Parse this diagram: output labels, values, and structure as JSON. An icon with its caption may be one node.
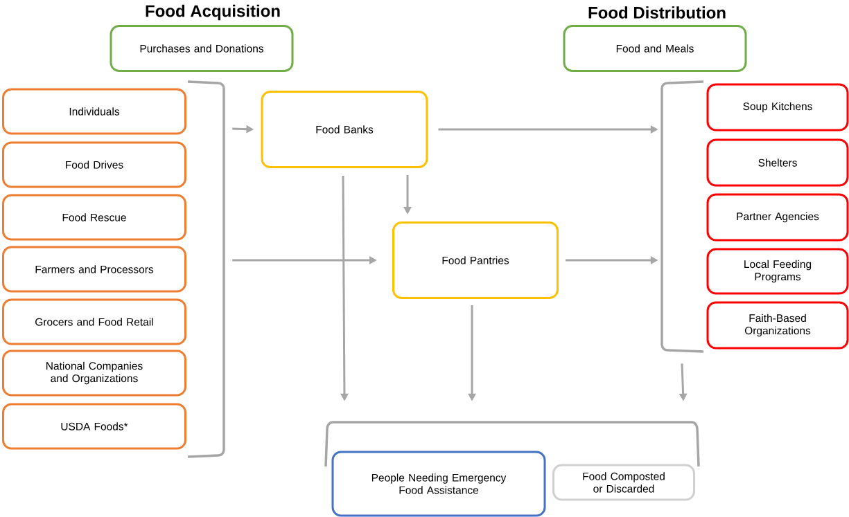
{
  "diagram": {
    "nodes": [
      {
        "text": [
          "Purchases and Donations"
        ]
      },
      {
        "text": [
          "Food and Meals"
        ]
      },
      {
        "text": [],
        "shape": "bracket"
      },
      {
        "text": [
          "Individuals"
        ]
      },
      {
        "text": [
          "Food Drives"
        ]
      },
      {
        "text": [
          "Food Rescue"
        ]
      },
      {
        "text": [
          "Farmers and Processors"
        ]
      },
      {
        "text": [
          "Grocers and Food Retail"
        ]
      },
      {
        "text": [
          "National Companies and Organizations"
        ]
      },
      {
        "text": [
          "USDA Foods*"
        ]
      },
      {
        "text": [
          "Food Banks"
        ]
      },
      {
        "text": [
          "Food Pantries"
        ]
      },
      {
        "text": [],
        "shape": "bracket"
      },
      {
        "text": [
          "Soup Kitchens"
        ]
      },
      {
        "text": [
          "Shelters"
        ]
      },
      {
        "text": [
          "Partner Agencies"
        ]
      },
      {
        "text": [
          "Local Feeding Programs"
        ]
      },
      {
        "text": [
          "Faith-Based Organizations"
        ]
      },
      {
        "text": [],
        "shape": "bracket"
      },
      {
        "text": [
          "People Needing Emergency Food Assistance"
        ]
      },
      {
        "text": [
          "Food Composted or Discarded"
        ]
      }
    ],
    "edges": [
      {
        "from": 2,
        "to": 10,
        "arrow": "to"
      },
      {
        "from": 2,
        "to": 11,
        "arrow": "to"
      },
      {
        "from": 10,
        "to": 12,
        "arrow": "to"
      },
      {
        "from": 10,
        "to": 11,
        "arrow": "to"
      },
      {
        "from": 10,
        "to": 18,
        "arrow": "to"
      },
      {
        "from": 11,
        "to": 12,
        "arrow": "to"
      },
      {
        "from": 11,
        "to": 18,
        "arrow": "to"
      },
      {
        "from": 12,
        "to": 18,
        "arrow": "to"
      }
    ],
    "labels": [
      "Food Acquisition",
      "Food Distribution"
    ]
  }
}
